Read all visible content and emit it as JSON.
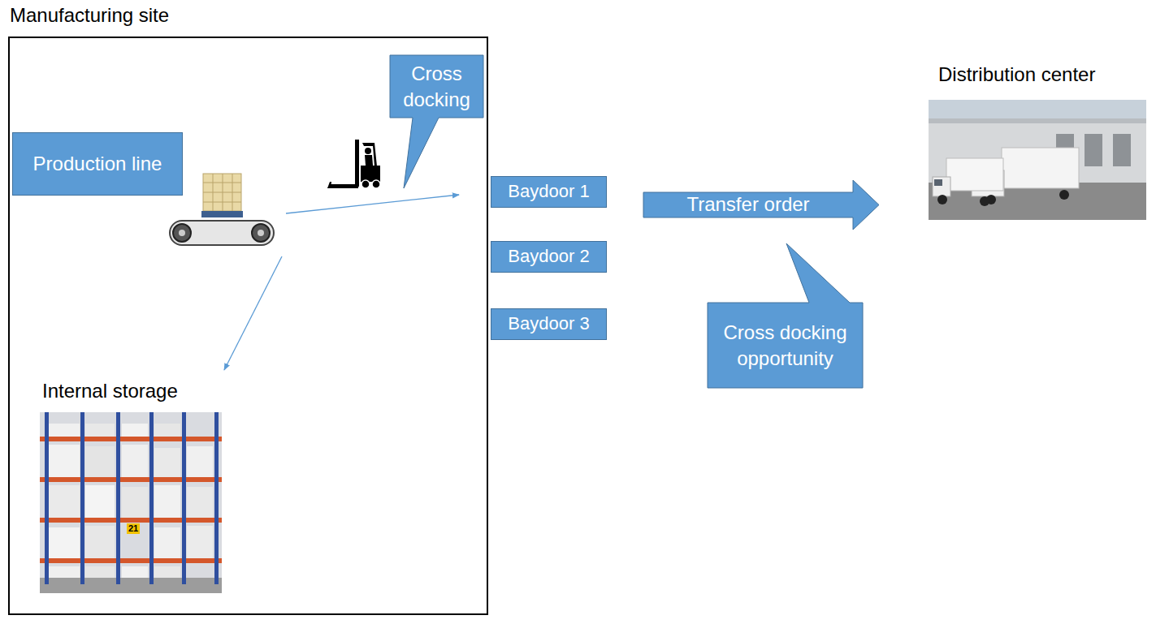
{
  "diagram": {
    "nodes": [
      {
        "text": [
          "Manufacturing site"
        ]
      },
      {
        "text": [
          "Production line"
        ],
        "in": 0
      },
      {
        "text": [
          "Cross docking"
        ],
        "in": 0
      },
      {
        "text": [
          "Baydoor 1"
        ]
      },
      {
        "text": [
          "Baydoor 2"
        ]
      },
      {
        "text": [
          "Baydoor 3"
        ]
      },
      {
        "text": [
          "Transfer order"
        ]
      },
      {
        "text": [
          "Cross docking opportunity"
        ]
      }
    ],
    "labels": [
      "Internal storage",
      "21",
      "Distribution center"
    ]
  }
}
